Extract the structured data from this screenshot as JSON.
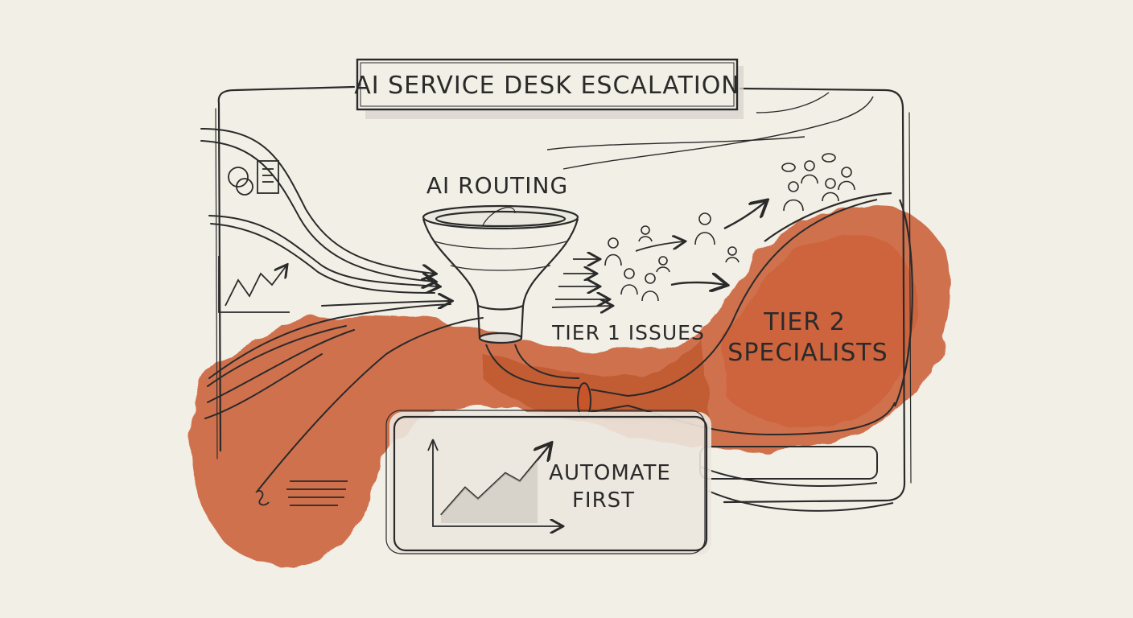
{
  "title": "AI SERVICE DESK ESCALATION",
  "labels": {
    "routing": "AI ROUTING",
    "tier1": "TIER 1 ISSUES",
    "tier2_line1": "TIER 2",
    "tier2_line2": "SPECIALISTS",
    "automate_line1": "AUTOMATE",
    "automate_line2": "FIRST"
  },
  "colors": {
    "paper": "#f2efe6",
    "ink": "#2a2a2a",
    "watercolor": "#c8542a"
  }
}
